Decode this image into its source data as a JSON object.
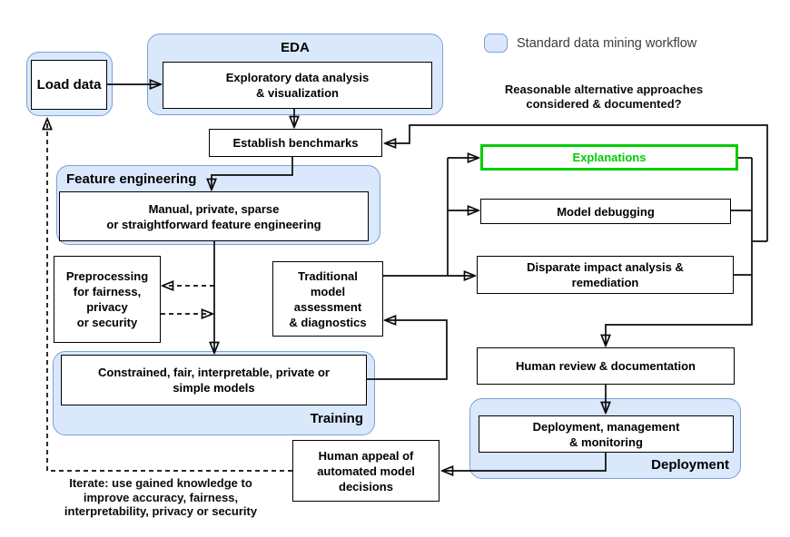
{
  "colors": {
    "container_fill": "#dae8fc",
    "container_stroke": "#7c9fd6",
    "node_stroke": "#000000",
    "highlight_green": "#00cc00"
  },
  "legend": {
    "label": "Standard data mining workflow"
  },
  "annotations": {
    "question": "Reasonable alternative approaches\nconsidered & documented?",
    "iterate": "Iterate: use gained knowledge to\nimprove accuracy, fairness,\ninterpretability, privacy or security"
  },
  "containers": {
    "eda": "EDA",
    "feature_engineering": "Feature engineering",
    "training": "Training",
    "deployment": "Deployment"
  },
  "nodes": {
    "load_data": "Load data",
    "eda": "Exploratory data analysis\n& visualization",
    "benchmarks": "Establish benchmarks",
    "feature_engineering": "Manual, private, sparse\nor straightforward feature engineering",
    "preprocessing": "Preprocessing\nfor fairness,\nprivacy\nor security",
    "traditional_assessment": "Traditional\nmodel\nassessment\n& diagnostics",
    "constrained_models": "Constrained, fair, interpretable, private or\nsimple models",
    "explanations": "Explanations",
    "model_debugging": "Model debugging",
    "disparate_impact": "Disparate impact analysis &\nremediation",
    "human_review": "Human review & documentation",
    "deployment": "Deployment, management\n& monitoring",
    "human_appeal": "Human appeal of\nautomated model\ndecisions"
  }
}
